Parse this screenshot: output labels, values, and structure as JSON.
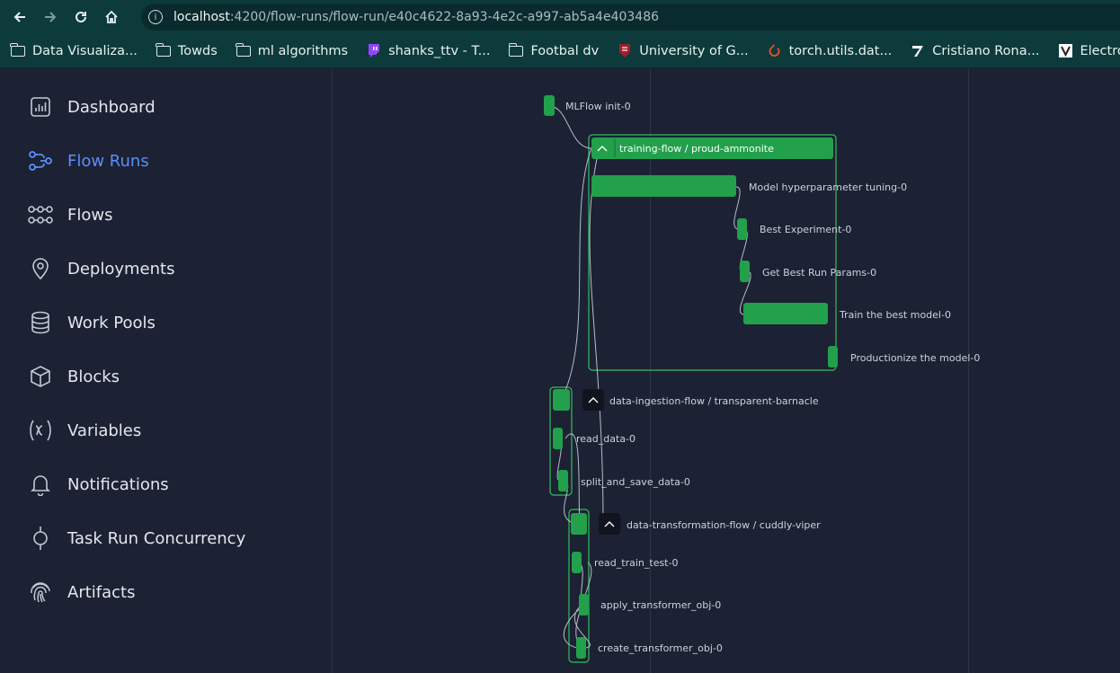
{
  "browser": {
    "url_host": "localhost",
    "url_path": ":4200/flow-runs/flow-run/e40c4622-8a93-4e2c-a997-ab5a4e403486",
    "bookmarks": [
      {
        "label": "Data Visualiza...",
        "icon": "folder-icon"
      },
      {
        "label": "Towds",
        "icon": "folder-icon"
      },
      {
        "label": "ml algorithms",
        "icon": "folder-icon"
      },
      {
        "label": "shanks_ttv - T...",
        "icon": "twitch-icon"
      },
      {
        "label": "Footbal dv",
        "icon": "folder-icon"
      },
      {
        "label": "University of G...",
        "icon": "university-icon"
      },
      {
        "label": "torch.utils.dat...",
        "icon": "pytorch-icon"
      },
      {
        "label": "Cristiano Rona...",
        "icon": "seven-icon"
      },
      {
        "label": "Electronic libr",
        "icon": "v-icon"
      }
    ]
  },
  "sidebar": {
    "items": [
      {
        "label": "Dashboard",
        "icon": "bar-chart-icon"
      },
      {
        "label": "Flow Runs",
        "icon": "flow-runs-icon",
        "active": true
      },
      {
        "label": "Flows",
        "icon": "flows-icon"
      },
      {
        "label": "Deployments",
        "icon": "location-pin-icon"
      },
      {
        "label": "Work Pools",
        "icon": "database-icon"
      },
      {
        "label": "Blocks",
        "icon": "cube-icon"
      },
      {
        "label": "Variables",
        "icon": "variable-icon"
      },
      {
        "label": "Notifications",
        "icon": "bell-icon"
      },
      {
        "label": "Task Run Concurrency",
        "icon": "concurrency-icon"
      },
      {
        "label": "Artifacts",
        "icon": "fingerprint-icon"
      }
    ]
  },
  "graph": {
    "colors": {
      "node": "#22a04b",
      "edge": "#c9ced8",
      "label": "#cdd2db",
      "group_border": "#2fbf5a"
    },
    "nodes": {
      "mlflow_init": "MLFlow init-0",
      "training_flow": "training-flow / proud-ammonite",
      "hyperparam": "Model hyperparameter tuning-0",
      "best_experiment": "Best Experiment-0",
      "best_params": "Get Best Run Params-0",
      "train_best": "Train the best model-0",
      "productionize": "Productionize the model-0",
      "ingestion_flow": "data-ingestion-flow / transparent-barnacle",
      "read_data": "read_data-0",
      "split_save": "split_and_save_data-0",
      "transformation_flow": "data-transformation-flow / cuddly-viper",
      "read_train_test": "read_train_test-0",
      "apply_transformer": "apply_transformer_obj-0",
      "create_transformer": "create_transformer_obj-0"
    }
  }
}
